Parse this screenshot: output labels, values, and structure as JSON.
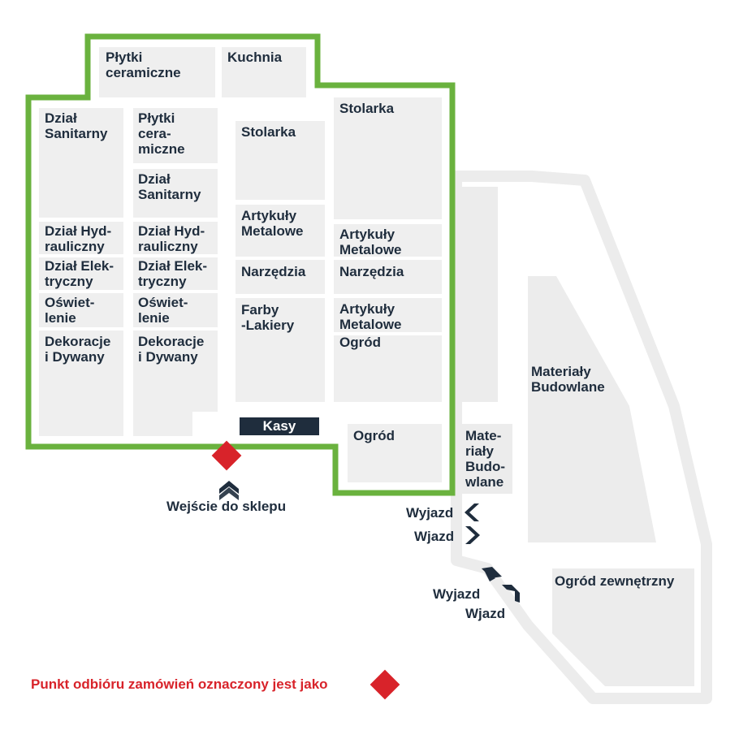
{
  "colors": {
    "outline": "#6ab23e",
    "zone": "#efefef",
    "outer_zone": "#ececec",
    "text": "#1f2d3d",
    "pickup": "#d8232a"
  },
  "icons": {
    "pickup": "red-diamond-icon",
    "entrance": "double-chevron-up-icon",
    "exit": "chevron-left-icon",
    "entry": "chevron-right-icon"
  },
  "departments": {
    "plytki_top": "Płytki\nceramiczne",
    "kuchnia": "Kuchnia",
    "dzial_sanitarny_1": "Dział\nSanitarny",
    "plytki_mid": "Płytki\ncera-\nmiczne",
    "dzial_sanitarny_2": "Dział\nSanitarny",
    "stolarka_1": "Stolarka",
    "stolarka_2": "Stolarka",
    "hydraulika_1": "Dział Hyd-\nrauliczny",
    "hydraulika_2": "Dział Hyd-\nrauliczny",
    "artykuly_1": "Artykuły\nMetalowe",
    "artykuly_2": "Artykuły\nMetalowe",
    "elektryka_1": "Dział Elek-\ntryczny",
    "elektryka_2": "Dział Elek-\ntryczny",
    "narzedzia_1": "Narzędzia",
    "narzedzia_2": "Narzędzia",
    "oswietlenie_1": "Oświet-\nlenie",
    "oswietlenie_2": "Oświet-\nlenie",
    "farby": "Farby\n-Lakiery",
    "artykuly_3": "Artykuły\nMetalowe",
    "ogrod_1": "Ogród",
    "dekoracje_1": "Dekoracje\ni Dywany",
    "dekoracje_2": "Dekoracje\ni Dywany",
    "kasy": "Kasy",
    "ogrod_2": "Ogród",
    "materialy_small": "Mate-\nriały\nBudo-\nwlane",
    "materialy_big": "Materiały\nBudowlane",
    "ogrod_zewnetrzny": "Ogród zewnętrzny"
  },
  "navigation": {
    "entrance": "Wejście do sklepu",
    "wyjazd_1": "Wyjazd",
    "wjazd_1": "Wjazd",
    "wyjazd_2": "Wyjazd",
    "wjazd_2": "Wjazd"
  },
  "legend": {
    "text": "Punkt odbióru zamówień oznaczony jest jako"
  }
}
